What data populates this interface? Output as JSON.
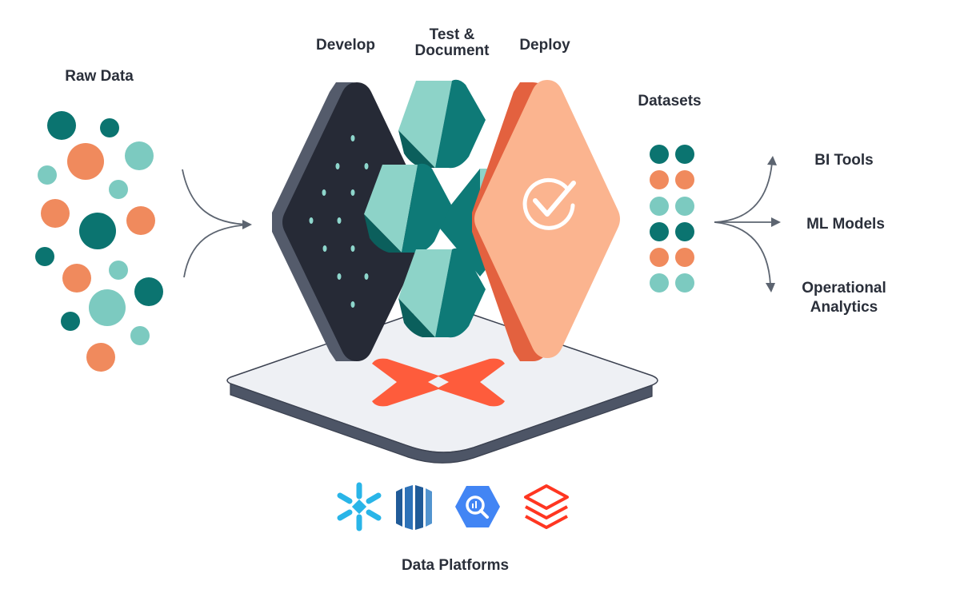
{
  "labels": {
    "raw_data": "Raw Data",
    "develop": "Develop",
    "test_line1": "Test &",
    "test_line2": "Document",
    "deploy": "Deploy",
    "datasets": "Datasets",
    "bi_tools": "BI Tools",
    "ml_models": "ML Models",
    "operational_line1": "Operational",
    "operational_line2": "Analytics",
    "data_platforms": "Data Platforms"
  },
  "colors": {
    "teal_dark": "#0b7470",
    "teal_light": "#7ccac0",
    "orange": "#f08a5d",
    "dark_panel": "#262a36",
    "deploy_peach": "#fbb48f",
    "deploy_edge": "#e3613f",
    "dbt_logo": "#fe5c3c",
    "platform_base": "#eef0f4",
    "arrow_gray": "#5c6470"
  },
  "icons": {
    "raw_data": "scattered-data-dots",
    "datasets": "dataset-dot-grid",
    "develop": "develop-panel-icon",
    "test": "test-cubes-icon",
    "deploy": "deploy-check-icon",
    "platform": "dbt-logo",
    "platforms": [
      "snowflake-icon",
      "redshift-icon",
      "bigquery-icon",
      "databricks-icon"
    ]
  }
}
